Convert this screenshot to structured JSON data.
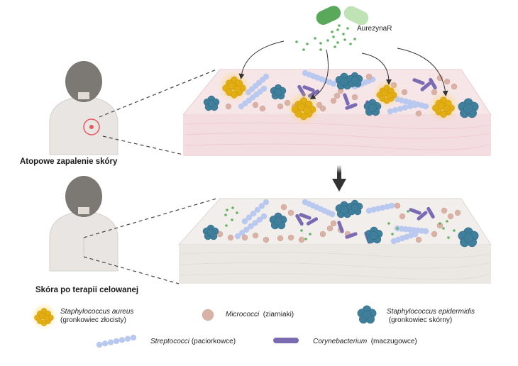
{
  "drug": {
    "name": "AurezynaR",
    "capsule_colors": [
      "#5aa85a",
      "#bfe3b5"
    ],
    "particle_color": "#62b362"
  },
  "panels": {
    "before": {
      "caption": "Atopowe zapalenie skóry",
      "skin_top": "#f6e6e8",
      "skin_side": "#f3dde0",
      "lesion_color": "#e8585c"
    },
    "after": {
      "caption": "Skóra po terapii celowanej",
      "skin_top": "#f1eeeb",
      "skin_side": "#ebe8e4"
    }
  },
  "transition_arrow": "down-arrow",
  "legend": {
    "items": [
      {
        "id": "s-aureus",
        "latin": "Staphylococcus aureus",
        "polish": "(gronkowiec złocisty)",
        "color": "#e3ae12",
        "icon": "golden-cluster-icon"
      },
      {
        "id": "micrococci",
        "latin": "Micrococci",
        "polish": "(ziarniaki)",
        "color": "#d9b2a5",
        "icon": "coccus-icon"
      },
      {
        "id": "s-epidermidis",
        "latin": "Staphylococcus epidermidis",
        "polish": "(gronkowiec skórny)",
        "color": "#3f7f9c",
        "icon": "blue-cluster-icon"
      },
      {
        "id": "streptococci",
        "latin": "Streptococci",
        "polish": "(paciorkowce)",
        "color": "#b9c8ef",
        "icon": "chain-icon"
      },
      {
        "id": "corynebacterium",
        "latin": "Corynebacterium",
        "polish": "(maczugowce)",
        "color": "#7b6bb2",
        "icon": "rod-icon"
      }
    ]
  }
}
